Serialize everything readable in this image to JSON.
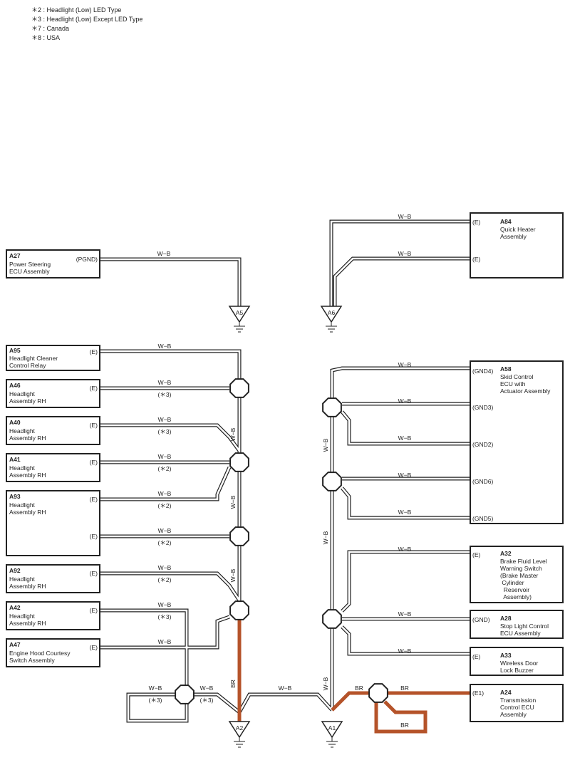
{
  "legend": [
    "＊2 : Headlight (Low) LED Type",
    "＊3 : Headlight (Low) Except LED Type",
    "＊7 : Canada",
    "＊8 : USA"
  ],
  "wires": {
    "wb": "W−B",
    "br": "BR"
  },
  "notes": {
    "n2": "(＊2)",
    "n3": "(＊3)"
  },
  "components": {
    "A27": {
      "id": "A27",
      "lines": [
        "Power Steering",
        "ECU Assembly"
      ],
      "pins": [
        "(PGND)"
      ]
    },
    "A84": {
      "id": "A84",
      "lines": [
        "Quick Heater",
        "Assembly"
      ],
      "pins": [
        "(E)",
        "(E)"
      ]
    },
    "A95": {
      "id": "A95",
      "lines": [
        "Headlight Cleaner",
        "Control Relay"
      ],
      "pins": [
        "(E)"
      ]
    },
    "A46": {
      "id": "A46",
      "lines": [
        "Headlight",
        "Assembly RH"
      ],
      "pins": [
        "(E)"
      ]
    },
    "A40": {
      "id": "A40",
      "lines": [
        "Headlight",
        "Assembly RH"
      ],
      "pins": [
        "(E)"
      ]
    },
    "A41": {
      "id": "A41",
      "lines": [
        "Headlight",
        "Assembly RH"
      ],
      "pins": [
        "(E)"
      ]
    },
    "A93": {
      "id": "A93",
      "lines": [
        "Headlight",
        "Assembly RH"
      ],
      "pins": [
        "(E)",
        "(E)"
      ]
    },
    "A92": {
      "id": "A92",
      "lines": [
        "Headlight",
        "Assembly RH"
      ],
      "pins": [
        "(E)"
      ]
    },
    "A42": {
      "id": "A42",
      "lines": [
        "Headlight",
        "Assembly RH"
      ],
      "pins": [
        "(E)"
      ]
    },
    "A47": {
      "id": "A47",
      "lines": [
        "Engine Hood Courtesy",
        "Switch Assembly"
      ],
      "pins": [
        "(E)"
      ]
    },
    "A58": {
      "id": "A58",
      "lines": [
        "Skid Control",
        "ECU with",
        "Actuator Assembly"
      ],
      "pins": [
        "(GND4)",
        "(GND3)",
        "(GND2)",
        "(GND6)",
        "(GND5)"
      ]
    },
    "A32": {
      "id": "A32",
      "lines": [
        "Brake Fluid Level",
        "Warning Switch",
        "(Brake Master",
        " Cylinder",
        "  Reservoir",
        "  Assembly)"
      ],
      "pins": [
        "(E)"
      ]
    },
    "A28": {
      "id": "A28",
      "lines": [
        "Stop Light Control",
        "ECU Assembly"
      ],
      "pins": [
        "(GND)"
      ]
    },
    "A33": {
      "id": "A33",
      "lines": [
        "Wireless Door",
        "Lock Buzzer"
      ],
      "pins": [
        "(E)"
      ]
    },
    "A24": {
      "id": "A24",
      "lines": [
        "Transmission",
        "Control ECU",
        "Assembly"
      ],
      "pins": [
        "(E1)"
      ]
    }
  },
  "grounds": {
    "A5": "A5",
    "A6": "A6",
    "A2": "A2",
    "A1": "A1"
  }
}
